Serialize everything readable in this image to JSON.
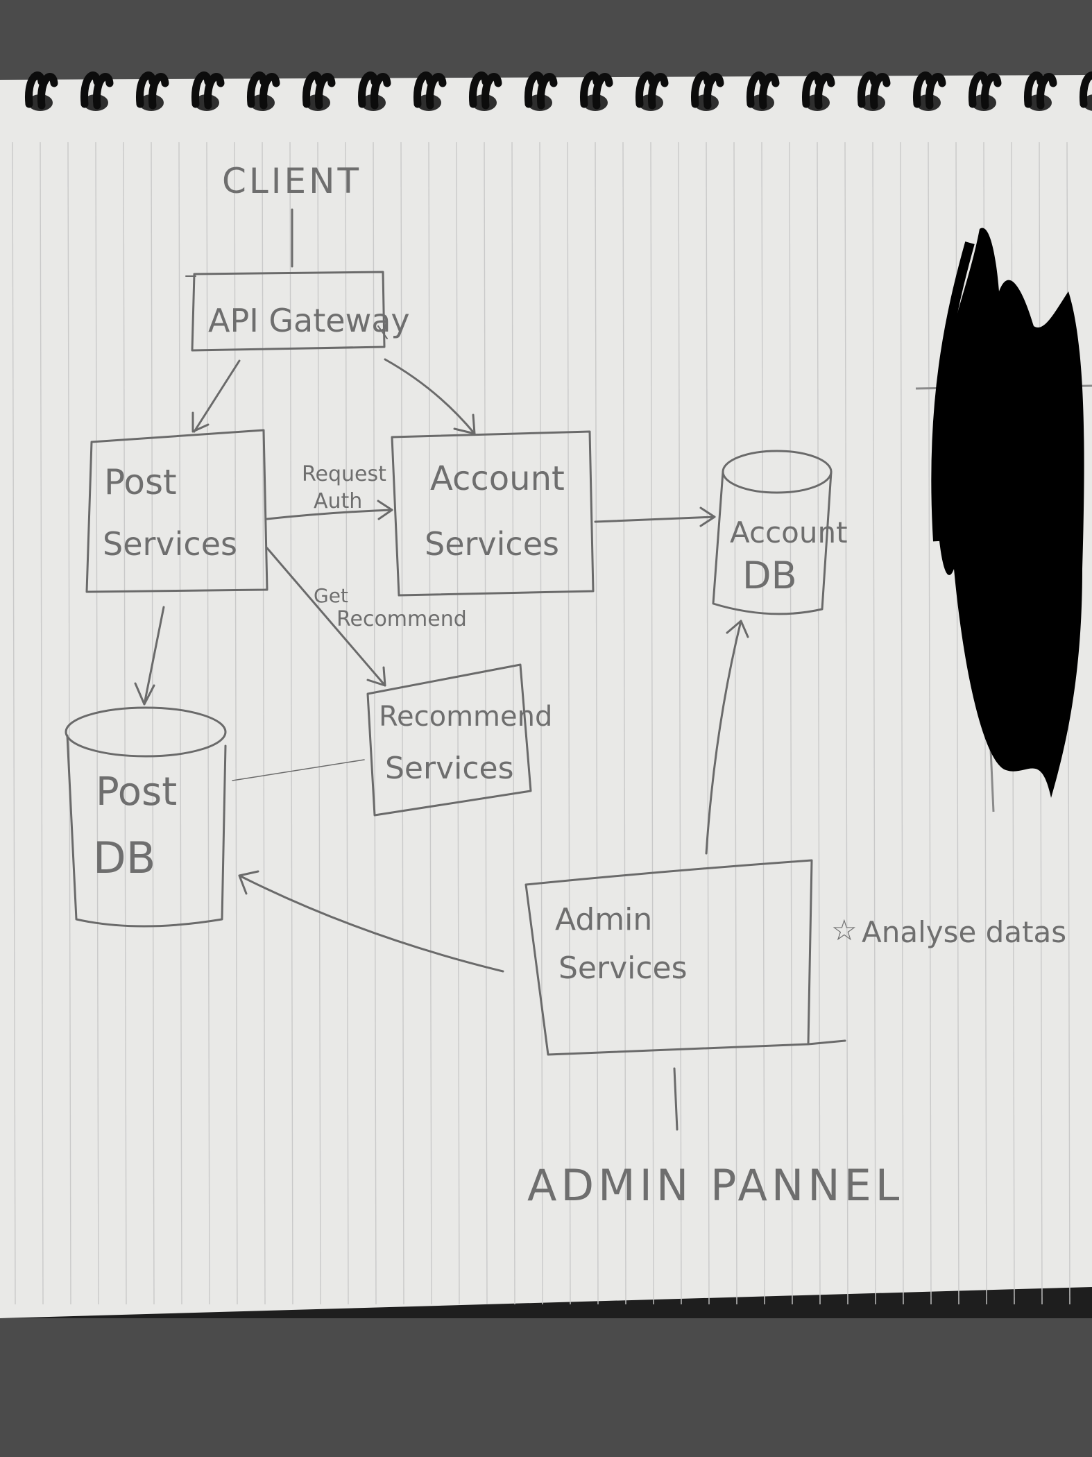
{
  "diagram": {
    "nodes": {
      "client": {
        "label": "CLIENT"
      },
      "api_gateway": {
        "label": "API Gateway"
      },
      "post_services": {
        "line1": "Post",
        "line2": "Services"
      },
      "account_services": {
        "line1": "Account",
        "line2": "Services"
      },
      "account_db": {
        "line1": "Account",
        "line2": "DB"
      },
      "recommend_services": {
        "line1": "Recommend",
        "line2": "Services"
      },
      "post_db": {
        "line1": "Post",
        "line2": "DB"
      },
      "admin_services": {
        "line1": "Admin",
        "line2": "Services"
      },
      "admin_pannel": {
        "label": "ADMIN PANNEL"
      }
    },
    "edges": {
      "request_auth": {
        "line1": "Request",
        "line2": "Auth"
      },
      "get_recommend": {
        "line1": "Get",
        "line2": "Recommend"
      }
    },
    "annotation": {
      "star": "☆",
      "text": "Analyse datas"
    }
  },
  "colors": {
    "paper": "#e9e9e7",
    "ink": "#6a6a6a",
    "background": "#4a4a4a",
    "redaction": "#000000"
  }
}
